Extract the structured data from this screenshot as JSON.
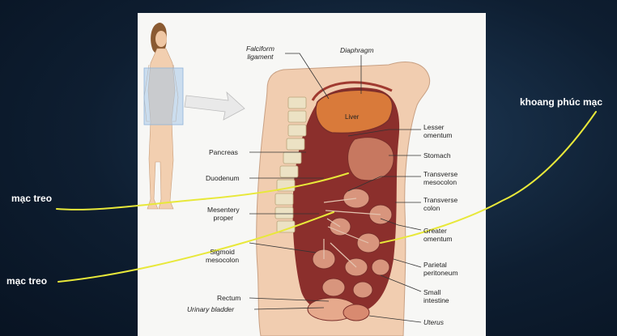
{
  "diagram": {
    "labels": {
      "falciform_ligament": [
        "Falciform",
        "ligament"
      ],
      "diaphragm": "Diaphragm",
      "liver": "Liver",
      "lesser_omentum": [
        "Lesser",
        "omentum"
      ],
      "stomach": "Stomach",
      "pancreas": "Pancreas",
      "transverse_mesocolon": [
        "Transverse",
        "mesocolon"
      ],
      "duodenum": "Duodenum",
      "transverse_colon": [
        "Transverse",
        "colon"
      ],
      "mesentery_proper": [
        "Mesentery",
        "proper"
      ],
      "greater_omentum": [
        "Greater",
        "omentum"
      ],
      "sigmoid_mesocolon": [
        "Sigmoid",
        "mesocolon"
      ],
      "parietal_peritoneum": [
        "Parietal",
        "peritoneum"
      ],
      "small_intestine": [
        "Small",
        "intestine"
      ],
      "rectum": "Rectum",
      "urinary_bladder": "Urinary bladder",
      "uterus": "Uterus"
    }
  },
  "annotations": {
    "khoang_phuc_mac": "khoang phúc mạc",
    "mac_treo_1": "mạc treo",
    "mac_treo_2": "mạc treo"
  },
  "colors": {
    "background": "#0e1e31",
    "panel": "#f7f7f5",
    "skin": "#f2cfb0",
    "liver": "#d97a3a",
    "organ": "#b4604a",
    "peritoneum": "#7a2e2a",
    "annotation_line": "#e8e83a"
  }
}
